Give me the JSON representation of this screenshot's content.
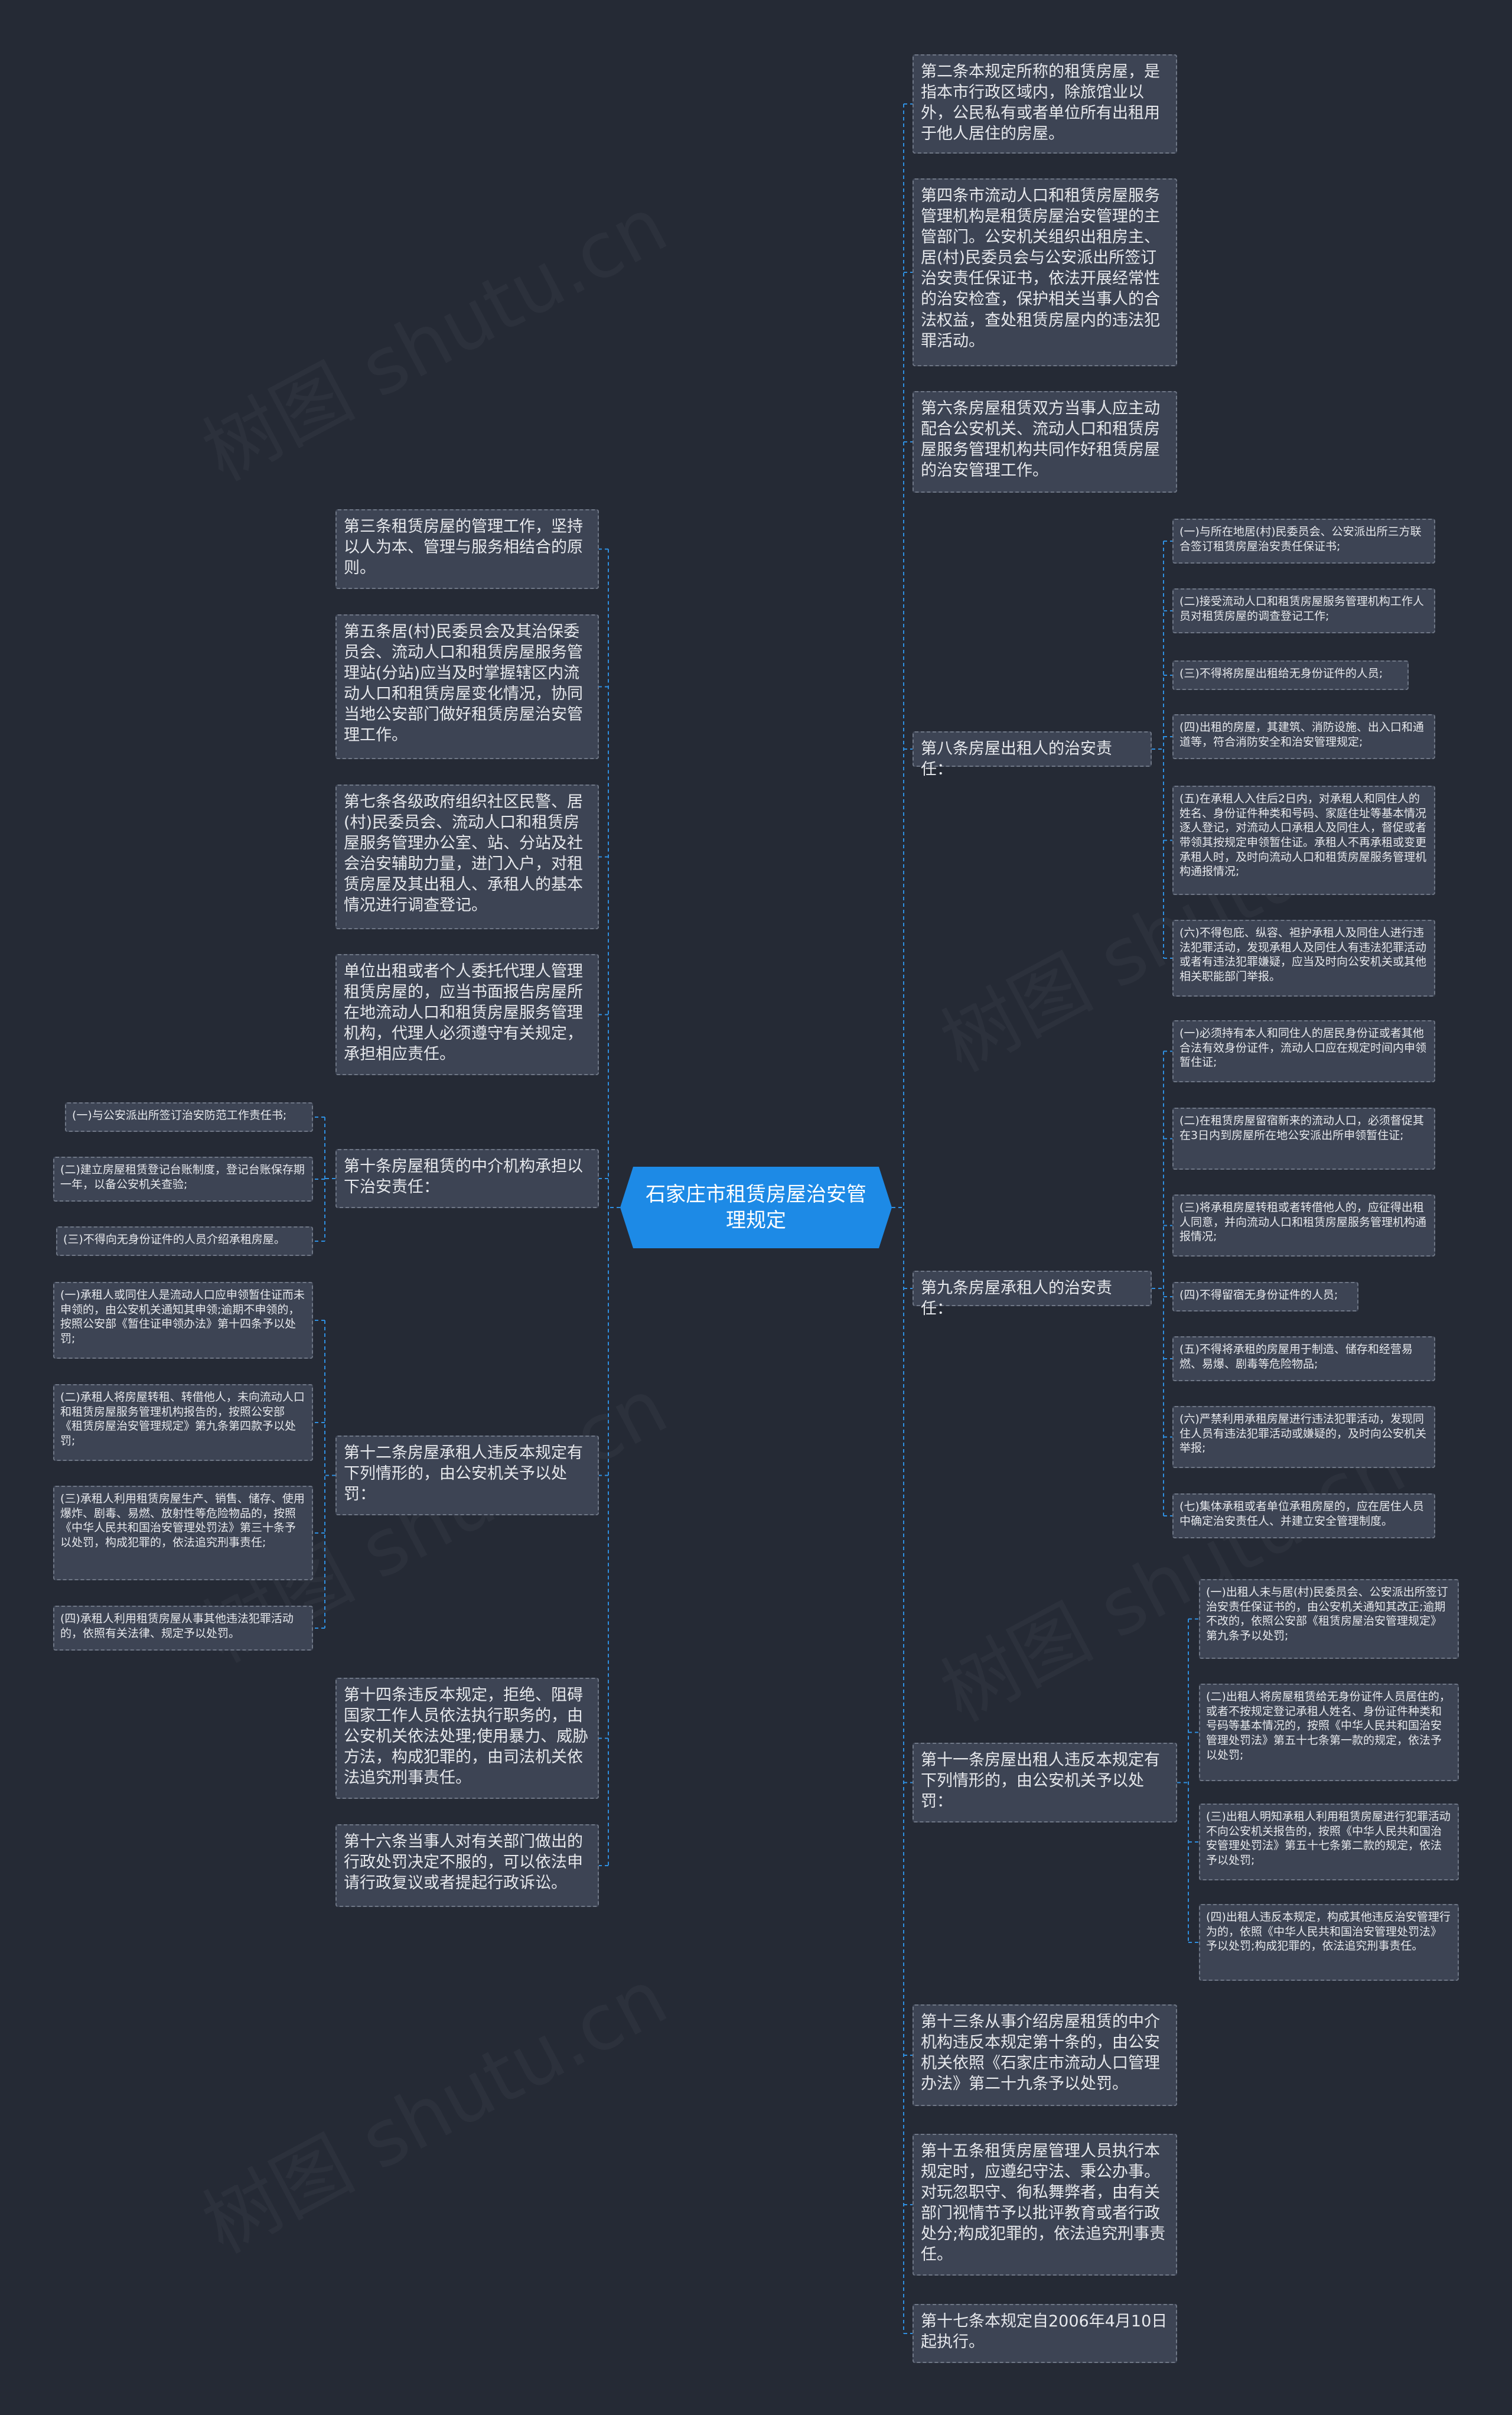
{
  "root": {
    "title": "石家庄市租赁房屋治安管理规定"
  },
  "right": {
    "art2": "第二条本规定所称的租赁房屋，是指本市行政区域内，除旅馆业以外，公民私有或者单位所有出租用于他人居住的房屋。",
    "art4": "第四条市流动人口和租赁房屋服务管理机构是租赁房屋治安管理的主管部门。公安机关组织出租房主、居(村)民委员会与公安派出所签订治安责任保证书，依法开展经常性的治安检查，保护相关当事人的合法权益，查处租赁房屋内的违法犯罪活动。",
    "art6": "第六条房屋租赁双方当事人应主动配合公安机关、流动人口和租赁房屋服务管理机构共同作好租赁房屋的治安管理工作。",
    "art8": {
      "label": "第八条房屋出租人的治安责任：",
      "items": [
        "(一)与所在地居(村)民委员会、公安派出所三方联合签订租赁房屋治安责任保证书;",
        "(二)接受流动人口和租赁房屋服务管理机构工作人员对租赁房屋的调查登记工作;",
        "(三)不得将房屋出租给无身份证件的人员;",
        "(四)出租的房屋，其建筑、消防设施、出入口和通道等，符合消防安全和治安管理规定;",
        "(五)在承租人入住后2日内，对承租人和同住人的姓名、身份证件种类和号码、家庭住址等基本情况逐人登记，对流动人口承租人及同住人，督促或者带领其按规定申领暂住证。承租人不再承租或变更承租人时，及时向流动人口和租赁房屋服务管理机构通报情况;",
        "(六)不得包庇、纵容、袒护承租人及同住人进行违法犯罪活动，发现承租人及同住人有违法犯罪活动或者有违法犯罪嫌疑，应当及时向公安机关或其他相关职能部门举报。"
      ]
    },
    "art9": {
      "label": "第九条房屋承租人的治安责任：",
      "items": [
        "(一)必须持有本人和同住人的居民身份证或者其他合法有效身份证件，流动人口应在规定时间内申领暂住证;",
        "(二)在租赁房屋留宿新来的流动人口，必须督促其在3日内到房屋所在地公安派出所申领暂住证;",
        "(三)将承租房屋转租或者转借他人的，应征得出租人同意，并向流动人口和租赁房屋服务管理机构通报情况;",
        "(四)不得留宿无身份证件的人员;",
        "(五)不得将承租的房屋用于制造、储存和经营易燃、易爆、剧毒等危险物品;",
        "(六)严禁利用承租房屋进行违法犯罪活动，发现同住人员有违法犯罪活动或嫌疑的，及时向公安机关举报;",
        "(七)集体承租或者单位承租房屋的，应在居住人员中确定治安责任人、并建立安全管理制度。"
      ]
    },
    "art11": {
      "label": "第十一条房屋出租人违反本规定有下列情形的，由公安机关予以处罚：",
      "items": [
        "(一)出租人未与居(村)民委员会、公安派出所签订治安责任保证书的，由公安机关通知其改正;逾期不改的，依照公安部《租赁房屋治安管理规定》第九条予以处罚;",
        "(二)出租人将房屋租赁给无身份证件人员居住的，或者不按规定登记承租人姓名、身份证件种类和号码等基本情况的，按照《中华人民共和国治安管理处罚法》第五十七条第一款的规定，依法予以处罚;",
        "(三)出租人明知承租人利用租赁房屋进行犯罪活动不向公安机关报告的，按照《中华人民共和国治安管理处罚法》第五十七条第二款的规定，依法予以处罚;",
        "(四)出租人违反本规定，构成其他违反治安管理行为的，依照《中华人民共和国治安管理处罚法》予以处罚;构成犯罪的，依法追究刑事责任。"
      ]
    },
    "art13": "第十三条从事介绍房屋租赁的中介机构违反本规定第十条的，由公安机关依照《石家庄市流动人口管理办法》第二十九条予以处罚。",
    "art15": "第十五条租赁房屋管理人员执行本规定时，应遵纪守法、秉公办事。对玩忽职守、徇私舞弊者，由有关部门视情节予以批评教育或者行政处分;构成犯罪的，依法追究刑事责任。",
    "art17": "第十七条本规定自2006年4月10日起执行。"
  },
  "left": {
    "art3": "第三条租赁房屋的管理工作，坚持以人为本、管理与服务相结合的原则。",
    "art5": "第五条居(村)民委员会及其治保委员会、流动人口和租赁房屋服务管理站(分站)应当及时掌握辖区内流动人口和租赁房屋变化情况，协同当地公安部门做好租赁房屋治安管理工作。",
    "art7": "第七条各级政府组织社区民警、居(村)民委员会、流动人口和租赁房屋服务管理办公室、站、分站及社会治安辅助力量，进门入户，对租赁房屋及其出租人、承租人的基本情况进行调查登记。",
    "agent": "单位出租或者个人委托代理人管理租赁房屋的，应当书面报告房屋所在地流动人口和租赁房屋服务管理机构，代理人必须遵守有关规定，承担相应责任。",
    "art10": {
      "label": "第十条房屋租赁的中介机构承担以下治安责任：",
      "items": [
        "(一)与公安派出所签订治安防范工作责任书;",
        "(二)建立房屋租赁登记台账制度，登记台账保存期一年，以备公安机关查验;",
        "(三)不得向无身份证件的人员介绍承租房屋。"
      ]
    },
    "art12": {
      "label": "第十二条房屋承租人违反本规定有下列情形的，由公安机关予以处罚：",
      "items": [
        "(一)承租人或同住人是流动人口应申领暂住证而未申领的，由公安机关通知其申领;逾期不申领的，按照公安部《暂住证申领办法》第十四条予以处罚;",
        "(二)承租人将房屋转租、转借他人，未向流动人口和租赁房屋服务管理机构报告的，按照公安部《租赁房屋治安管理规定》第九条第四款予以处罚;",
        "(三)承租人利用租赁房屋生产、销售、储存、使用爆炸、剧毒、易燃、放射性等危险物品的，按照《中华人民共和国治安管理处罚法》第三十条予以处罚，构成犯罪的，依法追究刑事责任;",
        "(四)承租人利用租赁房屋从事其他违法犯罪活动的，依照有关法律、规定予以处罚。"
      ]
    },
    "art14": "第十四条违反本规定，拒绝、阻碍国家工作人员依法执行职务的，由公安机关依法处理;使用暴力、威胁方法，构成犯罪的，由司法机关依法追究刑事责任。",
    "art16": "第十六条当事人对有关部门做出的行政处罚决定不服的，可以依法申请行政复议或者提起行政诉讼。"
  },
  "watermark": "树图 shutu.cn",
  "colors": {
    "background": "#252a35",
    "node": "#3d4454",
    "root": "#1d8ae6",
    "connector": "#2f8fe0"
  }
}
